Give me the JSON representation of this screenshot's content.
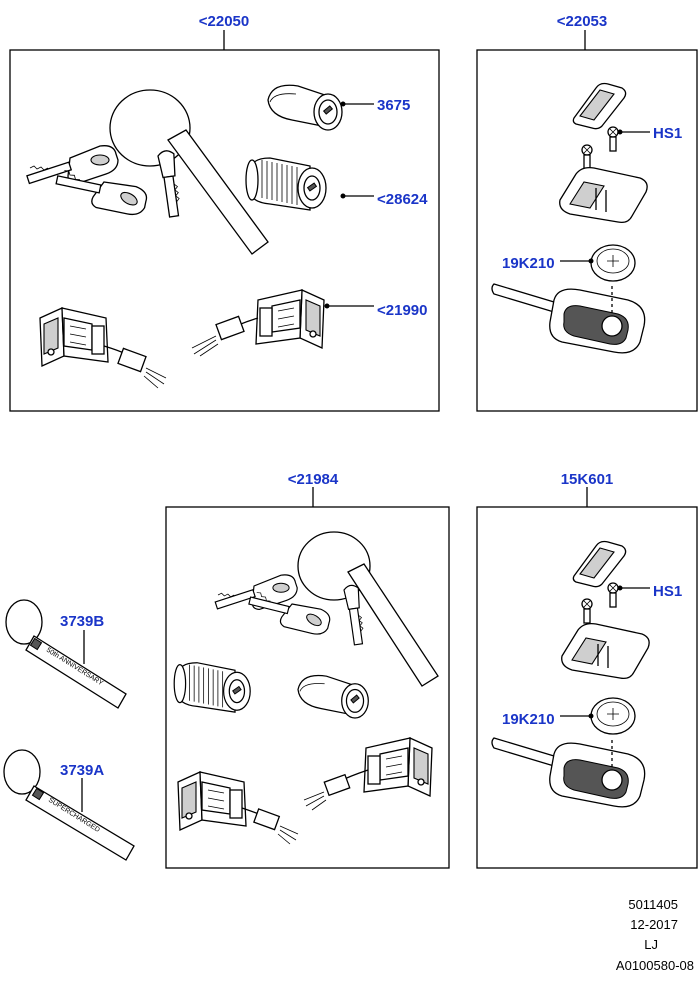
{
  "callouts": {
    "kit_22050": "<22050",
    "kit_22053": "<22053",
    "kit_21984": "<21984",
    "kit_15K601": "15K601",
    "p_3675": "3675",
    "p_28624": "<28624",
    "p_21990": "<21990",
    "p_HS1_top": "HS1",
    "p_19K210_top": "19K210",
    "p_3739B": "3739B",
    "p_HS1_bottom": "HS1",
    "p_19K210_bottom": "19K210",
    "p_3739A": "3739A"
  },
  "fobs": {
    "anniversary_text": "50th ANNIVERSARY",
    "supercharged_text": "SUPERCHARGED"
  },
  "footer": {
    "ref1": "5011405",
    "ref2": "12-2017",
    "ref3": "LJ",
    "ref4": "A0100580-08"
  },
  "colors": {
    "callout": "#1a35c8",
    "line": "#000000",
    "shade": "#cfcfcf"
  }
}
